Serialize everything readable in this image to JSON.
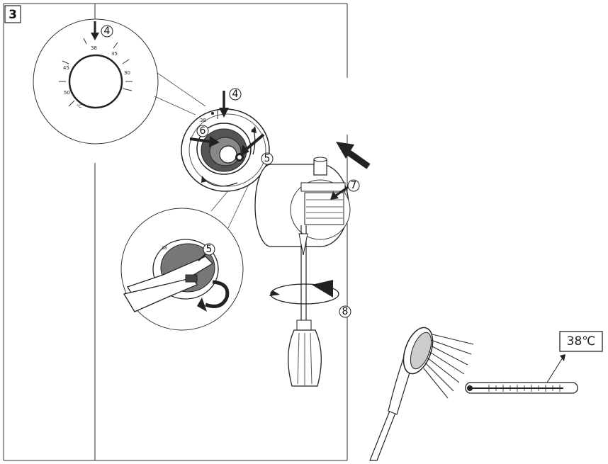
{
  "step_number": "3",
  "dial_scale": {
    "values": [
      "38",
      "35",
      "30",
      "45",
      "50"
    ],
    "unit": "°C"
  },
  "callouts": {
    "push": "4",
    "pliers": "5",
    "clip": "6",
    "insert": "7",
    "rotate": "8"
  },
  "dial_small_label": "38",
  "thermometer_reading": "38℃"
}
